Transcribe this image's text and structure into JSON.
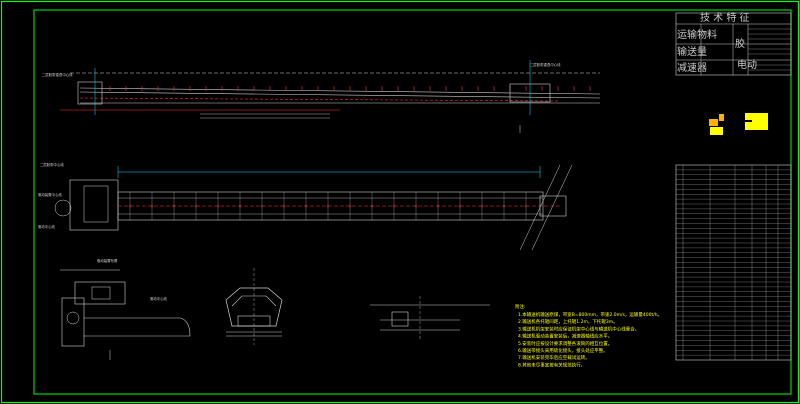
{
  "tech": {
    "title": "技 术 特 征",
    "rows": [
      "运输物料",
      "输送量",
      "减速器"
    ],
    "right_labels": [
      "胶",
      "电动"
    ]
  },
  "labels": {
    "top_left_1": "二层胶带重叠中心线",
    "top_right_1": "二层胶带重叠中心线",
    "plan_left_1": "二层胶带中心线",
    "plan_left_2": "驱动装置中心线",
    "plan_left_3": "驱动中心线",
    "detail_title": "驱动装置布置",
    "detail_2": "驱动中心线",
    "notes_title": "附注:"
  },
  "notes": [
    "1.本输送机输送原煤，带宽B=800mm，带速2.0m/s，运输量400t/h。",
    "2.输送机各托辊间距，上托辊1.2m，下托辊3m。",
    "3.输送机机架安装时应保证机架中心线与输送机中心线重合。",
    "4.输送机驱动装置安装后，减速器轴线应水平。",
    "5.安装时应按设计要求调整各滚筒的相互位置。",
    "6.输送带接头采用硫化接头，接头处应平整。",
    "7.输送机安装完毕后应空载试运转。",
    "8.其他未尽事宜按有关规范执行。"
  ],
  "bom_rows": 40,
  "colors": {
    "frame": "#00ff00",
    "lines": "#d0d0d0",
    "red": "#ff3030",
    "cyan": "#00e5ff",
    "yellow": "#ffff00",
    "orange": "#ffb000"
  }
}
